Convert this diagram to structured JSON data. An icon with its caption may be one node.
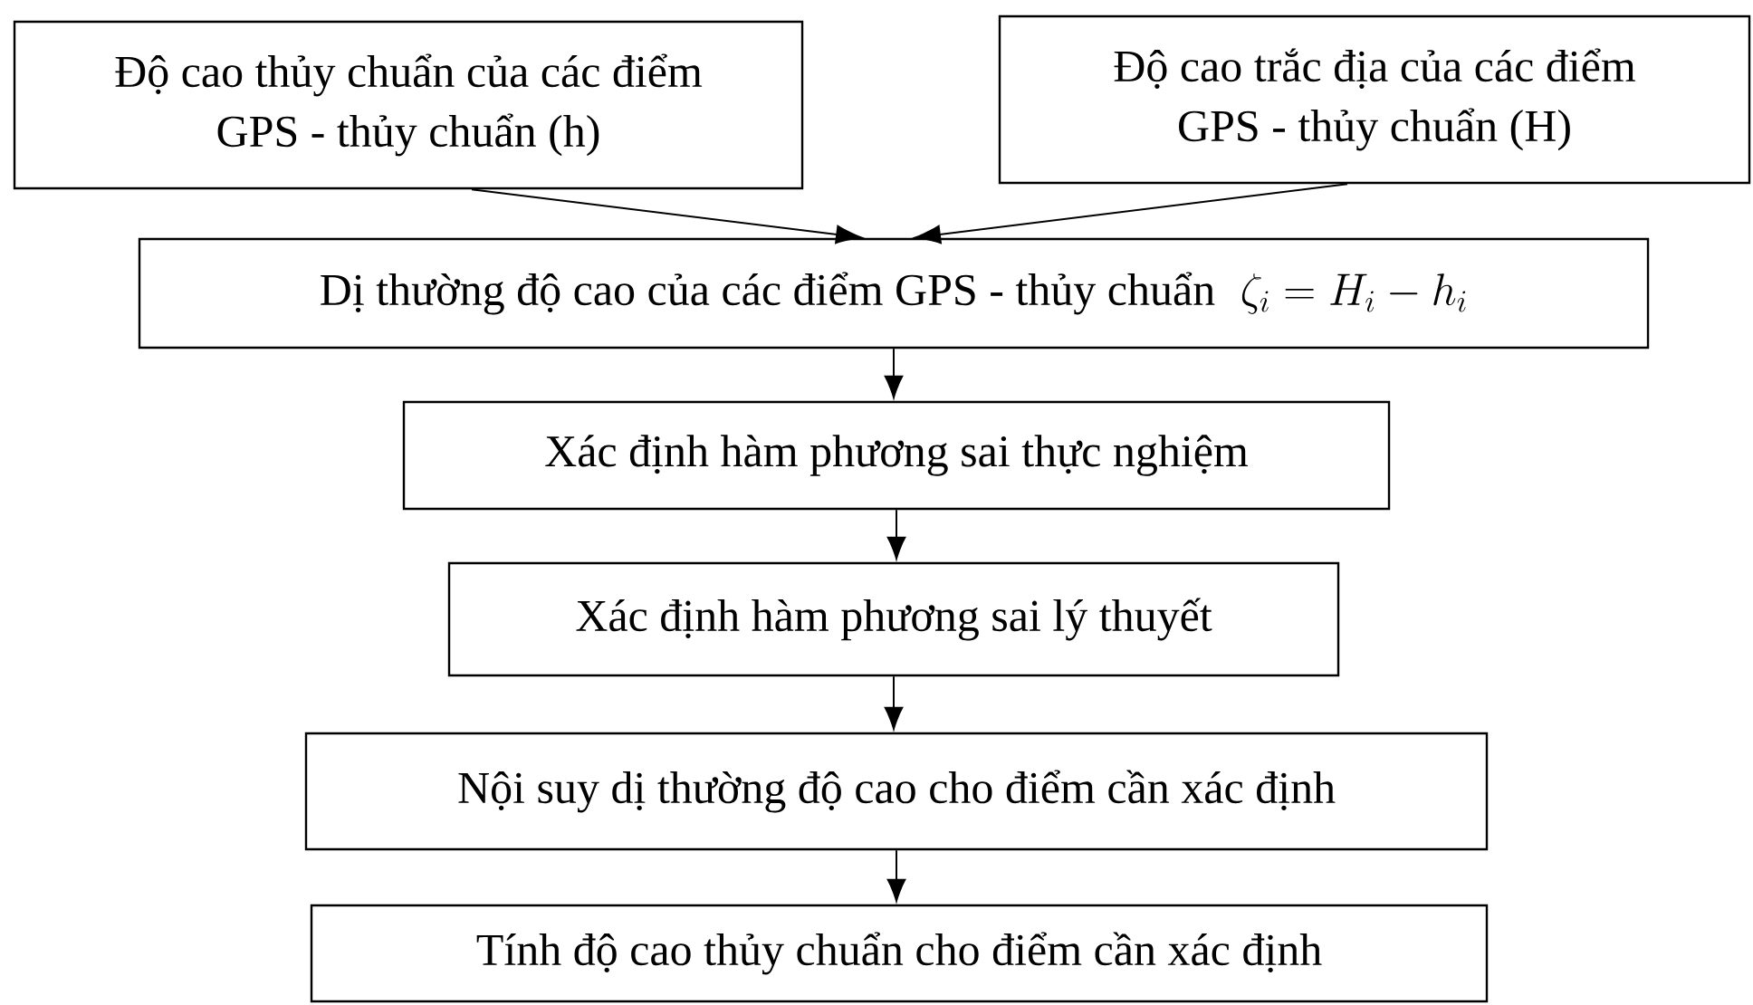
{
  "diagram": {
    "nodes": [
      {
        "text": [
          "Độ cao thủy chuẩn của các điểm GPS - thủy chuẩn (h)"
        ]
      },
      {
        "text": [
          "Độ cao trắc địa của các điểm GPS - thủy chuẩn (H)"
        ]
      },
      {
        "text": [
          "Dị thường độ cao của các điểm GPS - thủy chuẩn",
          "\\zeta_i = H_i - h_i"
        ]
      },
      {
        "text": [
          "Xác định hàm phương sai thực nghiệm"
        ]
      },
      {
        "text": [
          "Xác định hàm phương sai lý thuyết"
        ]
      },
      {
        "text": [
          "Nội suy dị thường độ cao cho điểm cần xác định"
        ]
      },
      {
        "text": [
          "Tính độ cao thủy chuẩn cho điểm cần xác định"
        ]
      }
    ],
    "edges": [
      {
        "from": 0,
        "to": 2,
        "arrow": "to"
      },
      {
        "from": 1,
        "to": 2,
        "arrow": "to"
      },
      {
        "from": 2,
        "to": 3,
        "arrow": "to"
      },
      {
        "from": 3,
        "to": 4,
        "arrow": "to"
      },
      {
        "from": 4,
        "to": 5,
        "arrow": "to"
      },
      {
        "from": 5,
        "to": 6,
        "arrow": "to"
      }
    ]
  }
}
